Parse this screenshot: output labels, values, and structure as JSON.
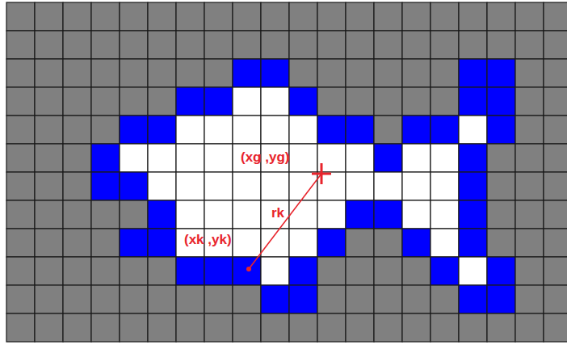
{
  "diagram": {
    "labels": [
      "(xg ,yg)",
      "rk",
      "(xk ,yk)"
    ]
  }
}
